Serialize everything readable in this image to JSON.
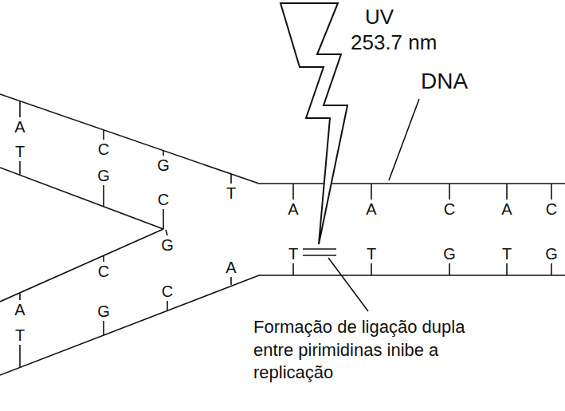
{
  "diagram": {
    "labels": [
      "UV",
      "253.7 nm",
      "DNA",
      "A",
      "T",
      "C",
      "G",
      "G",
      "C",
      "T",
      "C",
      "G",
      "G",
      "C",
      "A",
      "A",
      "T",
      "A",
      "A",
      "C",
      "A",
      "C",
      "T",
      "T",
      "G",
      "T",
      "G",
      "Formação de ligação dupla entre pirimidinas inibe a replicação"
    ]
  }
}
